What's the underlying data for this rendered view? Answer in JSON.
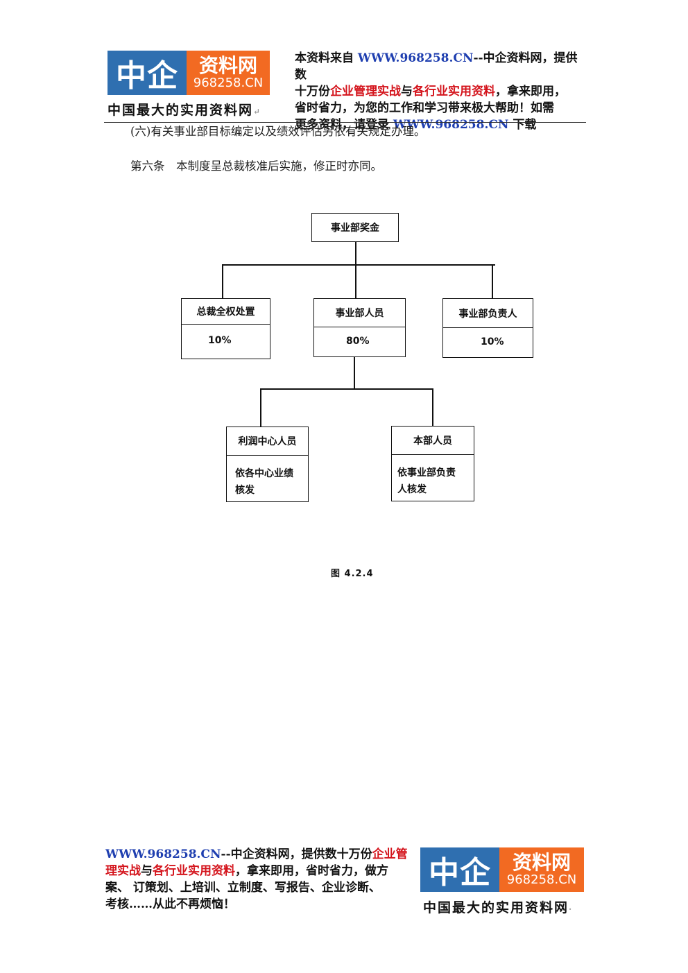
{
  "header": {
    "logo": {
      "main": "中企",
      "sub": "资料网",
      "url": "968258.CN"
    },
    "slogan": "中国最大的实用资料网",
    "promo_lines": [
      [
        {
          "t": "本资料来自 ",
          "c": ""
        },
        {
          "t": "WWW.968258.CN",
          "c": "blue"
        },
        {
          "t": "--中企资料网，提供数",
          "c": ""
        }
      ],
      [
        {
          "t": "十万份",
          "c": ""
        },
        {
          "t": "企业管理实战",
          "c": "red"
        },
        {
          "t": "与",
          "c": ""
        },
        {
          "t": "各行业实用资料",
          "c": "red"
        },
        {
          "t": "，拿来即用，",
          "c": ""
        }
      ],
      [
        {
          "t": "省时省力，为您的工作和学习带来极大帮助！如需",
          "c": ""
        }
      ],
      [
        {
          "t": "更多资料，请登录 ",
          "c": ""
        },
        {
          "t": "WWW.968258.CN",
          "c": "blue"
        },
        {
          "t": " 下载",
          "c": ""
        }
      ]
    ]
  },
  "body": {
    "para1": "(六)有关事业部目标编定以及绩效评估另依有关规定办理。",
    "para2": "第六条　本制度呈总裁核准后实施，修正时亦同。"
  },
  "chart": {
    "root": "事业部奖金",
    "level1": [
      {
        "title": "总裁全权处置",
        "value": "10%"
      },
      {
        "title": "事业部人员",
        "value": "80%"
      },
      {
        "title": "事业部负责人",
        "value": "10%"
      }
    ],
    "level2": [
      {
        "title": "利润中心人员",
        "line1": "依各中心业绩",
        "line2": "核发"
      },
      {
        "title": "本部人员",
        "line1": "依事业部负责",
        "line2": "人核发"
      }
    ],
    "caption": "图 4.2.4"
  },
  "footer": {
    "promo_lines": [
      [
        {
          "t": "WWW.968258.CN",
          "c": "blue"
        },
        {
          "t": "--中企资料网，提供数十万份",
          "c": ""
        },
        {
          "t": "企业管",
          "c": "red"
        }
      ],
      [
        {
          "t": "理实战",
          "c": "red"
        },
        {
          "t": "与",
          "c": ""
        },
        {
          "t": "各行业实用资料",
          "c": "red"
        },
        {
          "t": "，拿来即用，省时省力，做方",
          "c": ""
        }
      ],
      [
        {
          "t": "案、 订策划、上培训、立制度、写报告、企业诊断、",
          "c": ""
        }
      ],
      [
        {
          "t": "考核……从此不再烦恼！",
          "c": ""
        }
      ]
    ],
    "logo": {
      "main": "中企",
      "sub": "资料网",
      "url": "968258.CN"
    },
    "slogan": "中国最大的实用资料网"
  },
  "colors": {
    "logo_blue": "#2f6fb0",
    "logo_orange": "#f26a22",
    "link_blue": "#1f3fb0",
    "accent_red": "#d4141c"
  }
}
